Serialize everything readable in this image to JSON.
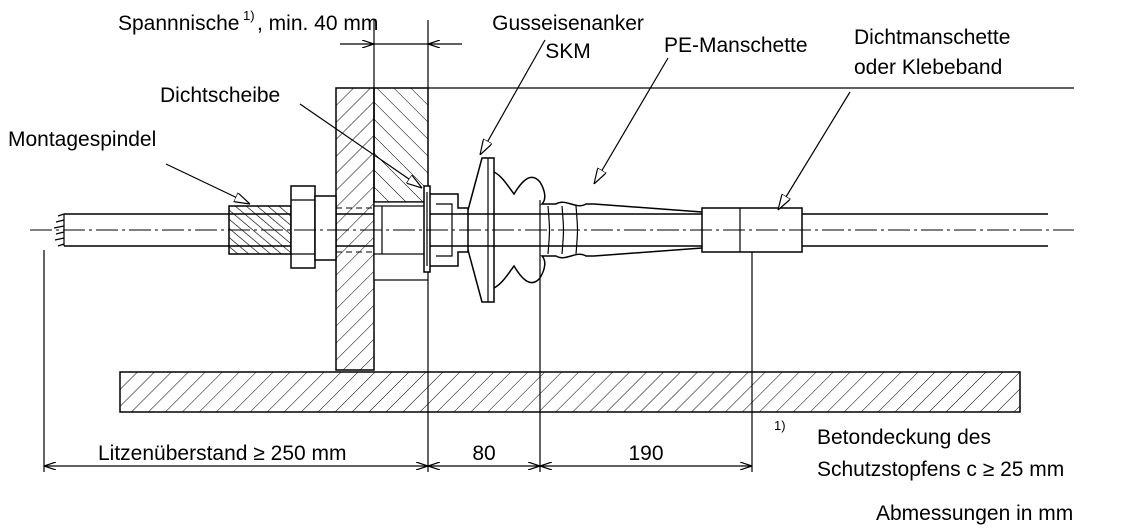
{
  "labels": {
    "spannnische": "Spannnische",
    "spannnische_note_mark": "1)",
    "spannnische_min": ", min. 40 mm",
    "gusseisenanker_line1": "Gusseisenanker",
    "gusseisenanker_line2": "SKM",
    "pe_manschette": "PE-Manschette",
    "dichtmanschette_line1": "Dichtmanschette",
    "dichtmanschette_line2": "oder Klebeband",
    "dichtscheibe": "Dichtscheibe",
    "montagespindel": "Montagespindel"
  },
  "dimensions": {
    "litzenueberstand": "Litzenüberstand ≥ 250 mm",
    "d80": "80",
    "d190": "190"
  },
  "footnote": {
    "mark": "1)",
    "line1": "Betondeckung des",
    "line2": "Schutzstopfens c ≥ 25 mm"
  },
  "units_note": "Abmessungen in mm"
}
